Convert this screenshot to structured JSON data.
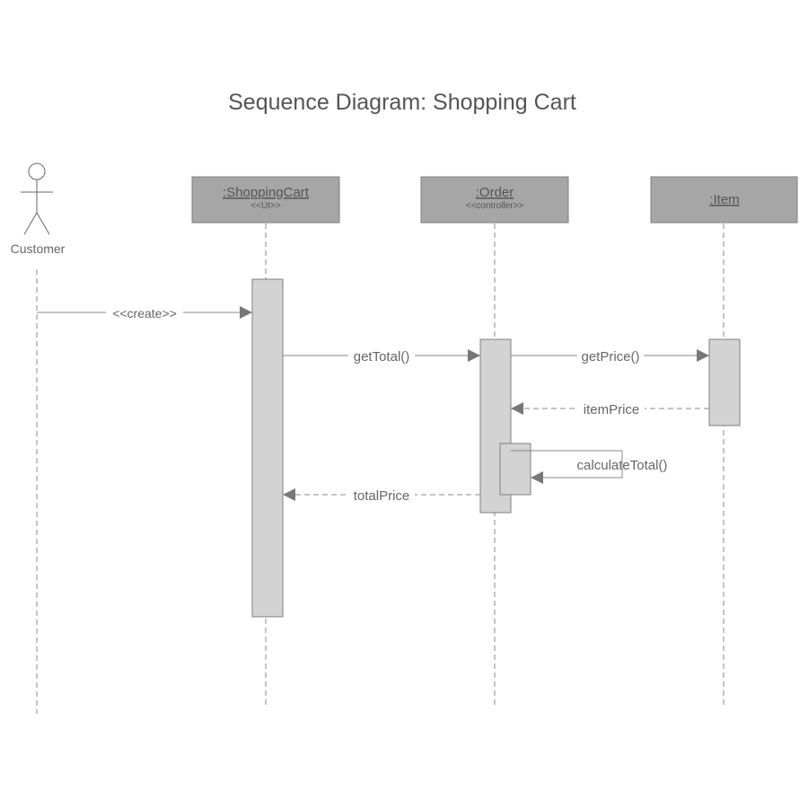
{
  "title": "Sequence Diagram: Shopping Cart",
  "colors": {
    "header_fill": "#a6a6a6",
    "activation_fill": "#d3d3d3",
    "line": "#888888",
    "arrow": "#777777",
    "text": "#666666"
  },
  "actor": {
    "name": "Customer",
    "icon": "stick-figure-icon"
  },
  "objects": [
    {
      "name": ":ShoppingCart",
      "stereotype": "<<UI>>"
    },
    {
      "name": ":Order",
      "stereotype": "<<controller>>"
    },
    {
      "name": ":Item",
      "stereotype": ""
    }
  ],
  "messages": [
    {
      "label": "<<create>>",
      "from": "Customer",
      "to": ":ShoppingCart",
      "kind": "call"
    },
    {
      "label": "getTotal()",
      "from": ":ShoppingCart",
      "to": ":Order",
      "kind": "call"
    },
    {
      "label": "getPrice()",
      "from": ":Order",
      "to": ":Item",
      "kind": "call"
    },
    {
      "label": "itemPrice",
      "from": ":Item",
      "to": ":Order",
      "kind": "return"
    },
    {
      "label": "calculateTotal()",
      "from": ":Order",
      "to": ":Order",
      "kind": "self"
    },
    {
      "label": "totalPrice",
      "from": ":Order",
      "to": ":ShoppingCart",
      "kind": "return"
    }
  ]
}
